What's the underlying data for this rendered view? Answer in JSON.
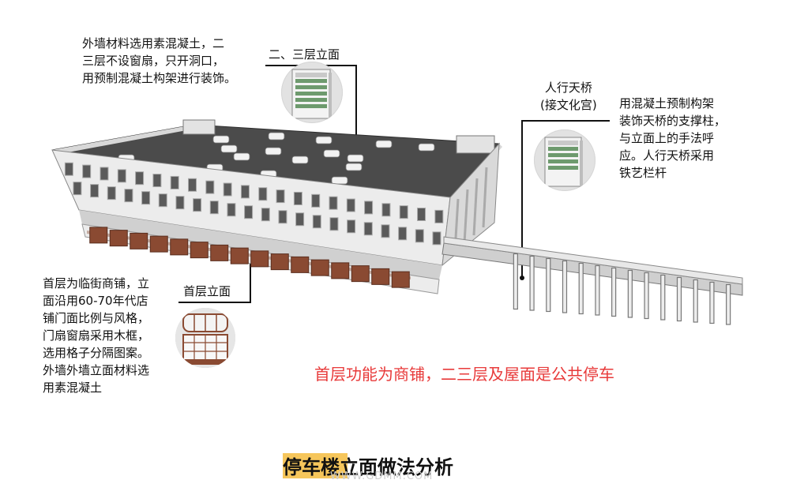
{
  "annotations": {
    "upper_wall": [
      "外墙材料选用素混凝土，二",
      "三层不设窗扇，只开洞口，",
      "用预制混凝土构架进行装饰。"
    ],
    "upper_label": "二、三层立面",
    "bridge_label": [
      "人行天桥",
      "(接文化宫)"
    ],
    "bridge_desc": [
      "用混凝土预制构架",
      "装饰天桥的支撑柱，",
      "与立面上的手法呼",
      "应。人行天桥采用",
      "铁艺栏杆"
    ],
    "ground_desc": [
      "首层为临街商铺，立",
      "面沿用60-70年代店",
      "铺门面比例与风格，",
      "门扇窗扇采用木框，",
      "选用格子分隔图案。",
      "外墙外墙立面材料选",
      "用素混凝土"
    ],
    "ground_label": "首层立面",
    "highlight": "首层功能为商铺，二三层及屋面是公共停车"
  },
  "title": "停车楼立面做法分析",
  "watermark": "WWW.GDMM.COM",
  "colors": {
    "highlight": "#e83a3a",
    "title_bg": "#f6c65b",
    "roof": "#4b4b4b",
    "wall": "#ececec",
    "shopfront": "#8a4a32"
  }
}
